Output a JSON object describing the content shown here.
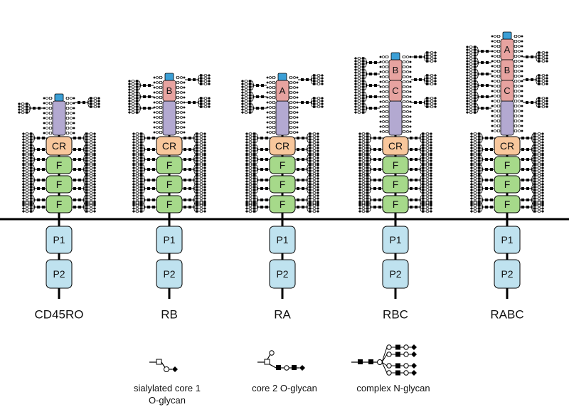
{
  "colors": {
    "stalk": "#000000",
    "membrane": "#000000",
    "cr_fill": "#f8c79c",
    "f_fill": "#a6d98a",
    "p_fill": "#bfe2ef",
    "mucin_fill": "#b3a9d1",
    "exon_fill": "#e7a3a0",
    "cap_fill": "#3b9fd6"
  },
  "icons": {
    "o_glycan": "sialylated-core1-o-glycan-icon",
    "core2": "core2-o-glycan-icon",
    "n_glycan": "complex-n-glycan-icon"
  },
  "isoforms": [
    {
      "label": "CD45RO",
      "exons": []
    },
    {
      "label": "RB",
      "exons": [
        "B"
      ]
    },
    {
      "label": "RA",
      "exons": [
        "A"
      ]
    },
    {
      "label": "RBC",
      "exons": [
        "B",
        "C"
      ]
    },
    {
      "label": "RABC",
      "exons": [
        "A",
        "B",
        "C"
      ]
    }
  ],
  "domains": {
    "cr": "CR",
    "f": "F",
    "p1": "P1",
    "p2": "P2"
  },
  "legend": {
    "o_glycan": [
      "sialylated core 1",
      "O-glycan"
    ],
    "core2": "core 2 O-glycan",
    "n_glycan": "complex N-glycan"
  }
}
